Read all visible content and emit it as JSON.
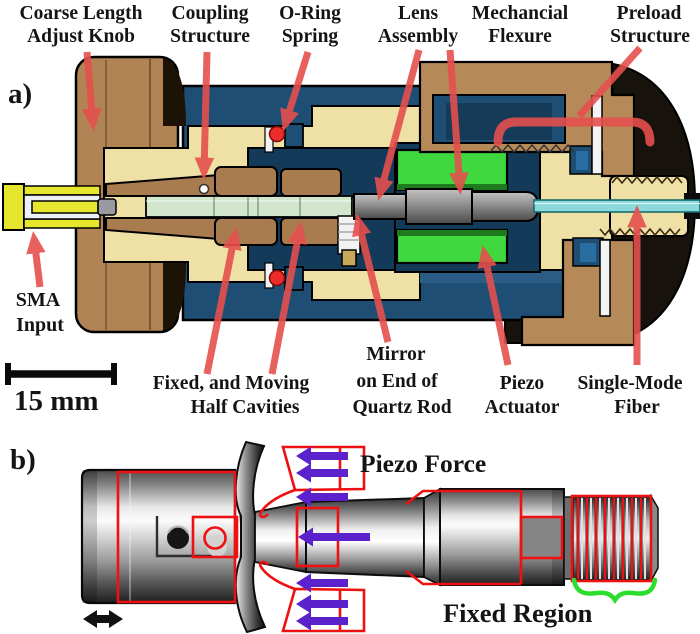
{
  "figure": {
    "panel_a_tag": "a)",
    "panel_b_tag": "b)",
    "scale_bar_label": "15 mm"
  },
  "panel_a_labels": {
    "coarse_knob": {
      "line1": "Coarse Length",
      "line2": "Adjust Knob"
    },
    "coupling": {
      "line1": "Coupling",
      "line2": "Structure"
    },
    "oring": {
      "line1": "O-Ring",
      "line2": "Spring"
    },
    "lens": {
      "line1": "Lens",
      "line2": "Assembly"
    },
    "flexure": {
      "line1": "Mechancial",
      "line2": "Flexure"
    },
    "preload": {
      "line1": "Preload",
      "line2": "Structure"
    },
    "sma": {
      "line1": "SMA",
      "line2": "Input"
    },
    "half_cavities": {
      "line1": "Fixed, and Moving",
      "line2": "Half Cavities"
    },
    "mirror": {
      "line1": "Mirror",
      "line2": "on End of",
      "line3": "Quartz Rod"
    },
    "piezo": {
      "line1": "Piezo",
      "line2": "Actuator"
    },
    "fiber": {
      "line1": "Single-Mode",
      "line2": "Fiber"
    }
  },
  "panel_b_labels": {
    "piezo_force": "Piezo Force",
    "fixed_region": "Fixed Region"
  },
  "colors": {
    "arrow_red": "#e5504e",
    "outline_red": "#ee1111",
    "piezo_green": "#3fd93f",
    "force_purple": "#5b21cb",
    "region_green": "#2ddd2d",
    "housing_navy": "#1f4e74",
    "cavity_navy": "#143a59",
    "body_tan": "#efe0a6",
    "knob_brown": "#b28354",
    "preload_brown": "#b68a58",
    "cavity_brown": "#a87c4e",
    "quartz_pale": "#d2e6cd",
    "fiber_cyan": "#8adadc",
    "sma_yellow": "#e6e62e",
    "oring_red": "#ee2b2b"
  }
}
